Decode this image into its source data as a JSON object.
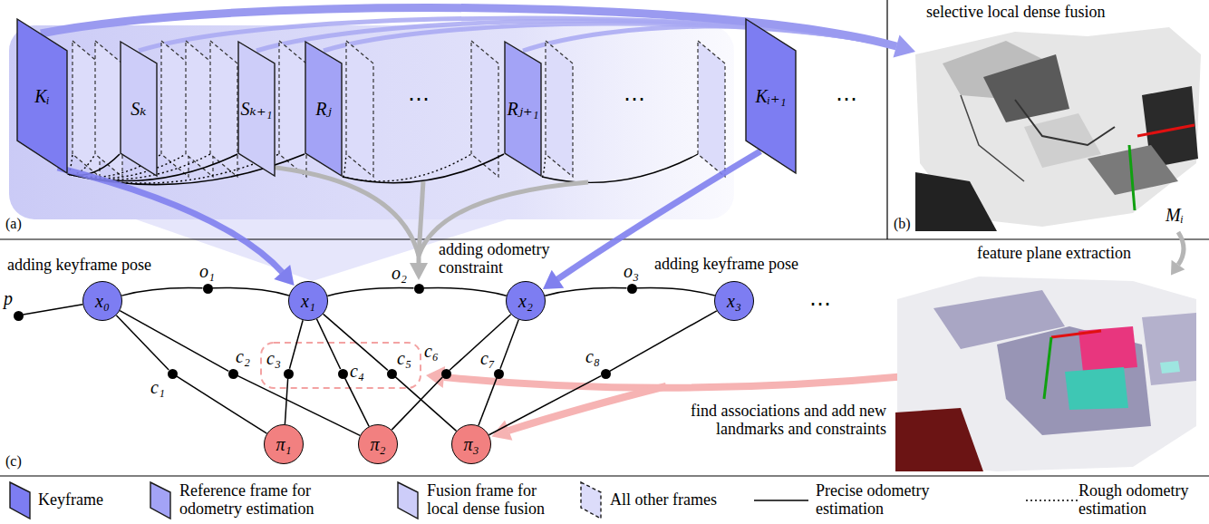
{
  "diagram": {
    "nodes": [
      {
        "text": [
          "Kᵢ"
        ]
      },
      {
        "text": [
          "Sₖ"
        ]
      },
      {
        "text": [
          "Sₖ₊₁"
        ]
      },
      {
        "text": [
          "Rⱼ"
        ]
      },
      {
        "text": [
          "Rⱼ₊₁"
        ]
      },
      {
        "text": [
          "Kᵢ₊₁"
        ]
      },
      {
        "text": [
          "p"
        ]
      },
      {
        "text": [
          "x₀"
        ]
      },
      {
        "text": [
          "o₁"
        ]
      },
      {
        "text": [
          "x₁"
        ]
      },
      {
        "text": [
          "o₂"
        ]
      },
      {
        "text": [
          "x₂"
        ]
      },
      {
        "text": [
          "o₃"
        ]
      },
      {
        "text": [
          "x₃"
        ]
      },
      {
        "text": [
          "c₁"
        ]
      },
      {
        "text": [
          "c₂"
        ]
      },
      {
        "text": [
          "c₃"
        ]
      },
      {
        "text": [
          "c₄"
        ]
      },
      {
        "text": [
          "c₅"
        ]
      },
      {
        "text": [
          "c₆"
        ]
      },
      {
        "text": [
          "c₇"
        ]
      },
      {
        "text": [
          "c₈"
        ]
      },
      {
        "text": [
          "π₁"
        ]
      },
      {
        "text": [
          "π₂"
        ]
      },
      {
        "text": [
          "π₃"
        ]
      }
    ],
    "edges": [
      {
        "from": 0,
        "to": 1,
        "arrow": "none"
      },
      {
        "from": 0,
        "to": 2,
        "arrow": "none"
      },
      {
        "from": 0,
        "to": 3,
        "arrow": "none"
      },
      {
        "from": 3,
        "to": 4,
        "arrow": "none"
      },
      {
        "from": 0,
        "to": 9,
        "arrow": "to"
      },
      {
        "from": 5,
        "to": 11,
        "arrow": "to"
      },
      {
        "from": 6,
        "to": 7,
        "arrow": "none"
      },
      {
        "from": 7,
        "to": 8,
        "arrow": "none"
      },
      {
        "from": 8,
        "to": 9,
        "arrow": "none"
      },
      {
        "from": 9,
        "to": 10,
        "arrow": "none"
      },
      {
        "from": 10,
        "to": 11,
        "arrow": "none"
      },
      {
        "from": 11,
        "to": 12,
        "arrow": "none"
      },
      {
        "from": 12,
        "to": 13,
        "arrow": "none"
      },
      {
        "from": 7,
        "to": 14,
        "arrow": "none"
      },
      {
        "from": 14,
        "to": 22,
        "arrow": "none"
      },
      {
        "from": 7,
        "to": 15,
        "arrow": "none"
      },
      {
        "from": 15,
        "to": 23,
        "arrow": "none"
      },
      {
        "from": 9,
        "to": 16,
        "arrow": "none"
      },
      {
        "from": 16,
        "to": 22,
        "arrow": "none"
      },
      {
        "from": 9,
        "to": 17,
        "arrow": "none"
      },
      {
        "from": 17,
        "to": 23,
        "arrow": "none"
      },
      {
        "from": 9,
        "to": 18,
        "arrow": "none"
      },
      {
        "from": 18,
        "to": 24,
        "arrow": "none"
      },
      {
        "from": 11,
        "to": 19,
        "arrow": "none"
      },
      {
        "from": 19,
        "to": 23,
        "arrow": "none"
      },
      {
        "from": 11,
        "to": 20,
        "arrow": "none"
      },
      {
        "from": 20,
        "to": 24,
        "arrow": "none"
      },
      {
        "from": 13,
        "to": 21,
        "arrow": "none"
      },
      {
        "from": 21,
        "to": 24,
        "arrow": "none"
      }
    ],
    "labels": [
      "selective local dense fusion",
      "⋯",
      "⋯",
      "⋯",
      "(a)",
      "(b)",
      "Mᵢ",
      "adding keyframe pose",
      "adding odometry constraint",
      "adding keyframe pose",
      "feature plane extraction",
      "⋯",
      "find associations and add new landmarks and constraints",
      "(c)"
    ],
    "legend": [
      {
        "text": "Keyframe"
      },
      {
        "text": "Reference frame for odometry estimation"
      },
      {
        "text": "Fusion frame for local dense fusion"
      },
      {
        "text": "All other frames"
      },
      {
        "text": "Precise odometry estimation"
      },
      {
        "text": "Rough odometry estimation"
      }
    ]
  }
}
